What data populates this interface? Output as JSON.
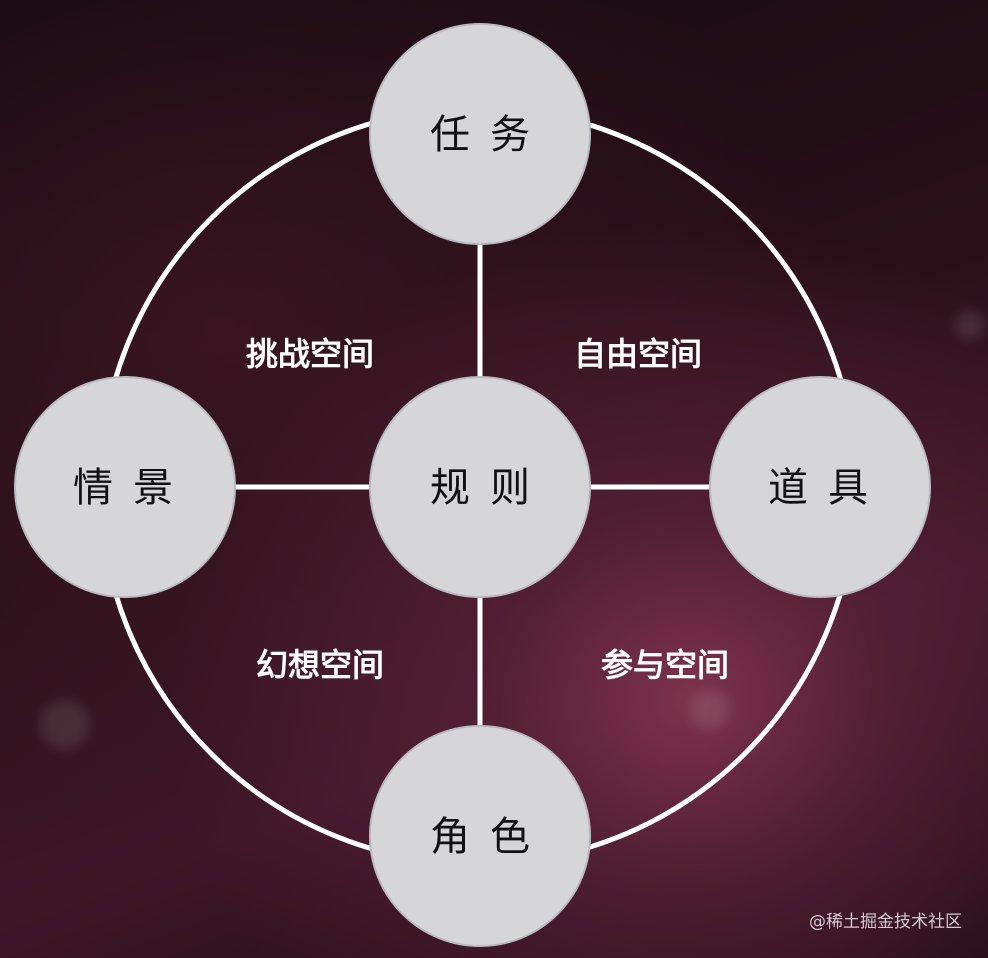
{
  "nodes": {
    "top": "任务",
    "left": "情景",
    "center": "规则",
    "right": "道具",
    "bottom": "角色"
  },
  "spaces": {
    "top_left": "挑战空间",
    "top_right": "自由空间",
    "bottom_left": "幻想空间",
    "bottom_right": "参与空间"
  },
  "watermark": "@稀土掘金技术社区",
  "colors": {
    "node_fill": "#d6d6d9",
    "line": "#ffffff",
    "node_text": "#111111",
    "space_text": "#ffffff"
  }
}
